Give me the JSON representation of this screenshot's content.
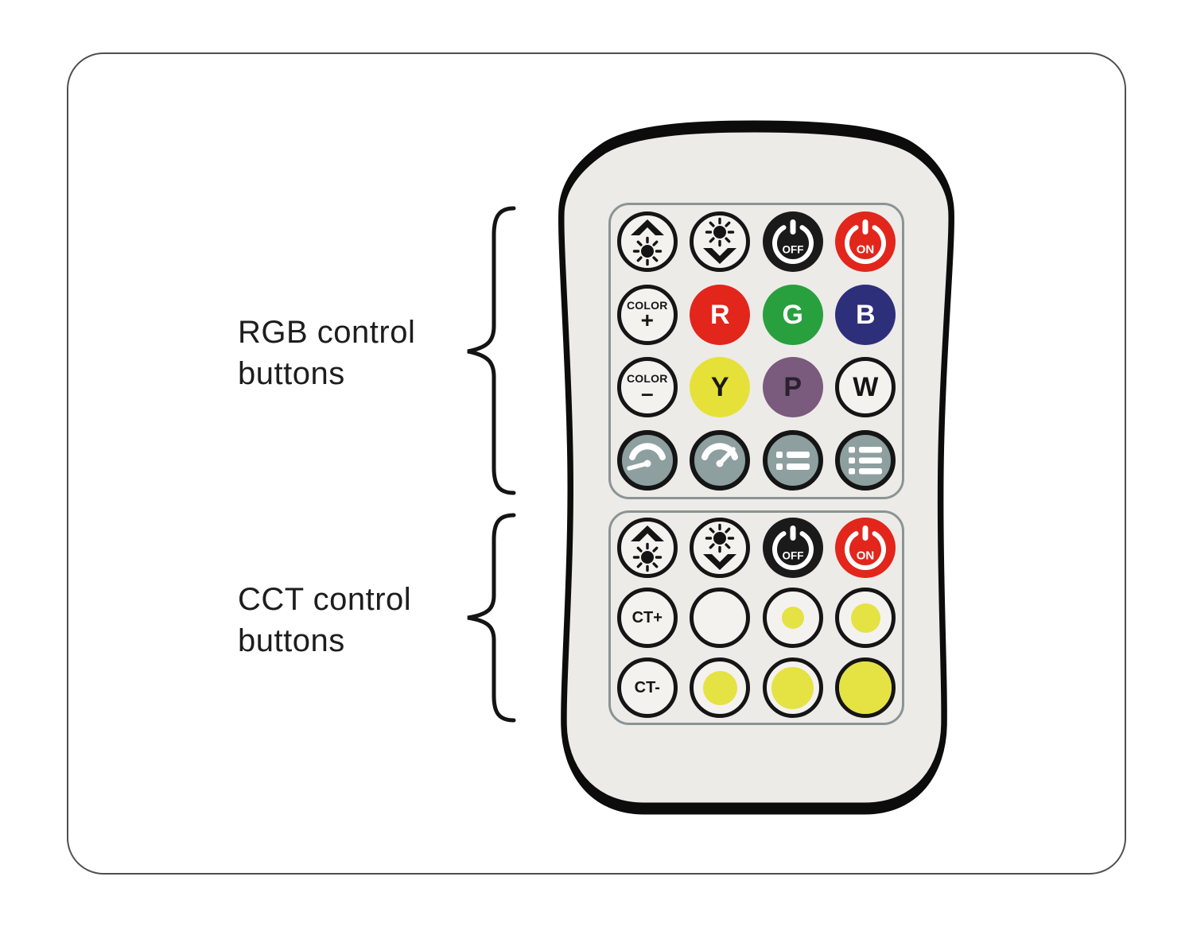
{
  "labels": {
    "rgb": "RGB control buttons",
    "cct": "CCT control buttons"
  },
  "colors": {
    "background": "#ffffff",
    "frame_border": "#4f4f4f",
    "remote_body": "#edebe8",
    "remote_outline": "#0c0c0c",
    "panel_border": "#8a9494",
    "ring": "#151515",
    "button_face": "#f4f2ef",
    "red": "#e2261c",
    "green": "#28a03e",
    "blue": "#2e2f7b",
    "yellow": "#e6e139",
    "purple": "#7a5a7d",
    "gray": "#8d9f9f",
    "black_button": "#1a1a1a",
    "cct_yellow": "#e5e243",
    "white": "#ffffff",
    "label_text": "#1d1d1d"
  },
  "rgb_panel": {
    "name": "rgb-button-panel",
    "rows": [
      [
        {
          "name": "rgb-brightness-up-button",
          "icon": "brightness-up",
          "style": "ring"
        },
        {
          "name": "rgb-brightness-down-button",
          "icon": "brightness-down",
          "style": "ring"
        },
        {
          "name": "rgb-off-button",
          "power": "OFF",
          "bg": "black_button",
          "fg": "#ffffff"
        },
        {
          "name": "rgb-on-button",
          "power": "ON",
          "bg": "red",
          "fg": "#ffffff"
        }
      ],
      [
        {
          "name": "color-plus-button",
          "style": "ring",
          "stack": [
            "COLOR",
            "+"
          ]
        },
        {
          "name": "red-button",
          "letter": "R",
          "bg": "red",
          "fg": "#ffffff"
        },
        {
          "name": "green-button",
          "letter": "G",
          "bg": "green",
          "fg": "#ffffff"
        },
        {
          "name": "blue-button",
          "letter": "B",
          "bg": "blue",
          "fg": "#ffffff"
        }
      ],
      [
        {
          "name": "color-minus-button",
          "style": "ring",
          "stack": [
            "COLOR",
            "–"
          ]
        },
        {
          "name": "yellow-button",
          "letter": "Y",
          "bg": "yellow",
          "fg": "#1a1a1a"
        },
        {
          "name": "purple-button",
          "letter": "P",
          "bg": "purple",
          "fg": "#2a2030"
        },
        {
          "name": "white-button",
          "letter": "W",
          "style": "ring",
          "fg": "#141414"
        }
      ],
      [
        {
          "name": "speed-down-button",
          "icon": "gauge-left",
          "bg": "gray",
          "style": "ring-thick"
        },
        {
          "name": "speed-up-button",
          "icon": "gauge-right",
          "bg": "gray",
          "style": "ring-thick"
        },
        {
          "name": "mode-list-short-button",
          "icon": "list-2",
          "bg": "gray",
          "style": "ring-thick"
        },
        {
          "name": "mode-list-long-button",
          "icon": "list-3",
          "bg": "gray",
          "style": "ring-thick"
        }
      ]
    ]
  },
  "cct_panel": {
    "name": "cct-button-panel",
    "rows": [
      [
        {
          "name": "cct-brightness-up-button",
          "icon": "brightness-up",
          "style": "ring"
        },
        {
          "name": "cct-brightness-down-button",
          "icon": "brightness-down",
          "style": "ring"
        },
        {
          "name": "cct-off-button",
          "power": "OFF",
          "bg": "black_button",
          "fg": "#ffffff"
        },
        {
          "name": "cct-on-button",
          "power": "ON",
          "bg": "red",
          "fg": "#ffffff"
        }
      ],
      [
        {
          "name": "ct-plus-button",
          "style": "ring",
          "label": "CT+"
        },
        {
          "name": "cct-cool-white-button",
          "style": "ring",
          "dot": 0
        },
        {
          "name": "cct-cool-mid-button",
          "style": "ring",
          "dot": 0.43
        },
        {
          "name": "cct-neutral-button",
          "style": "ring",
          "dot": 0.56
        }
      ],
      [
        {
          "name": "ct-minus-button",
          "style": "ring",
          "label": "CT-"
        },
        {
          "name": "cct-warm-low-button",
          "style": "ring",
          "dot": 0.65
        },
        {
          "name": "cct-warm-mid-button",
          "style": "ring",
          "dot": 0.8
        },
        {
          "name": "cct-warm-full-button",
          "style": "ring",
          "dot": 1.0
        }
      ]
    ]
  }
}
